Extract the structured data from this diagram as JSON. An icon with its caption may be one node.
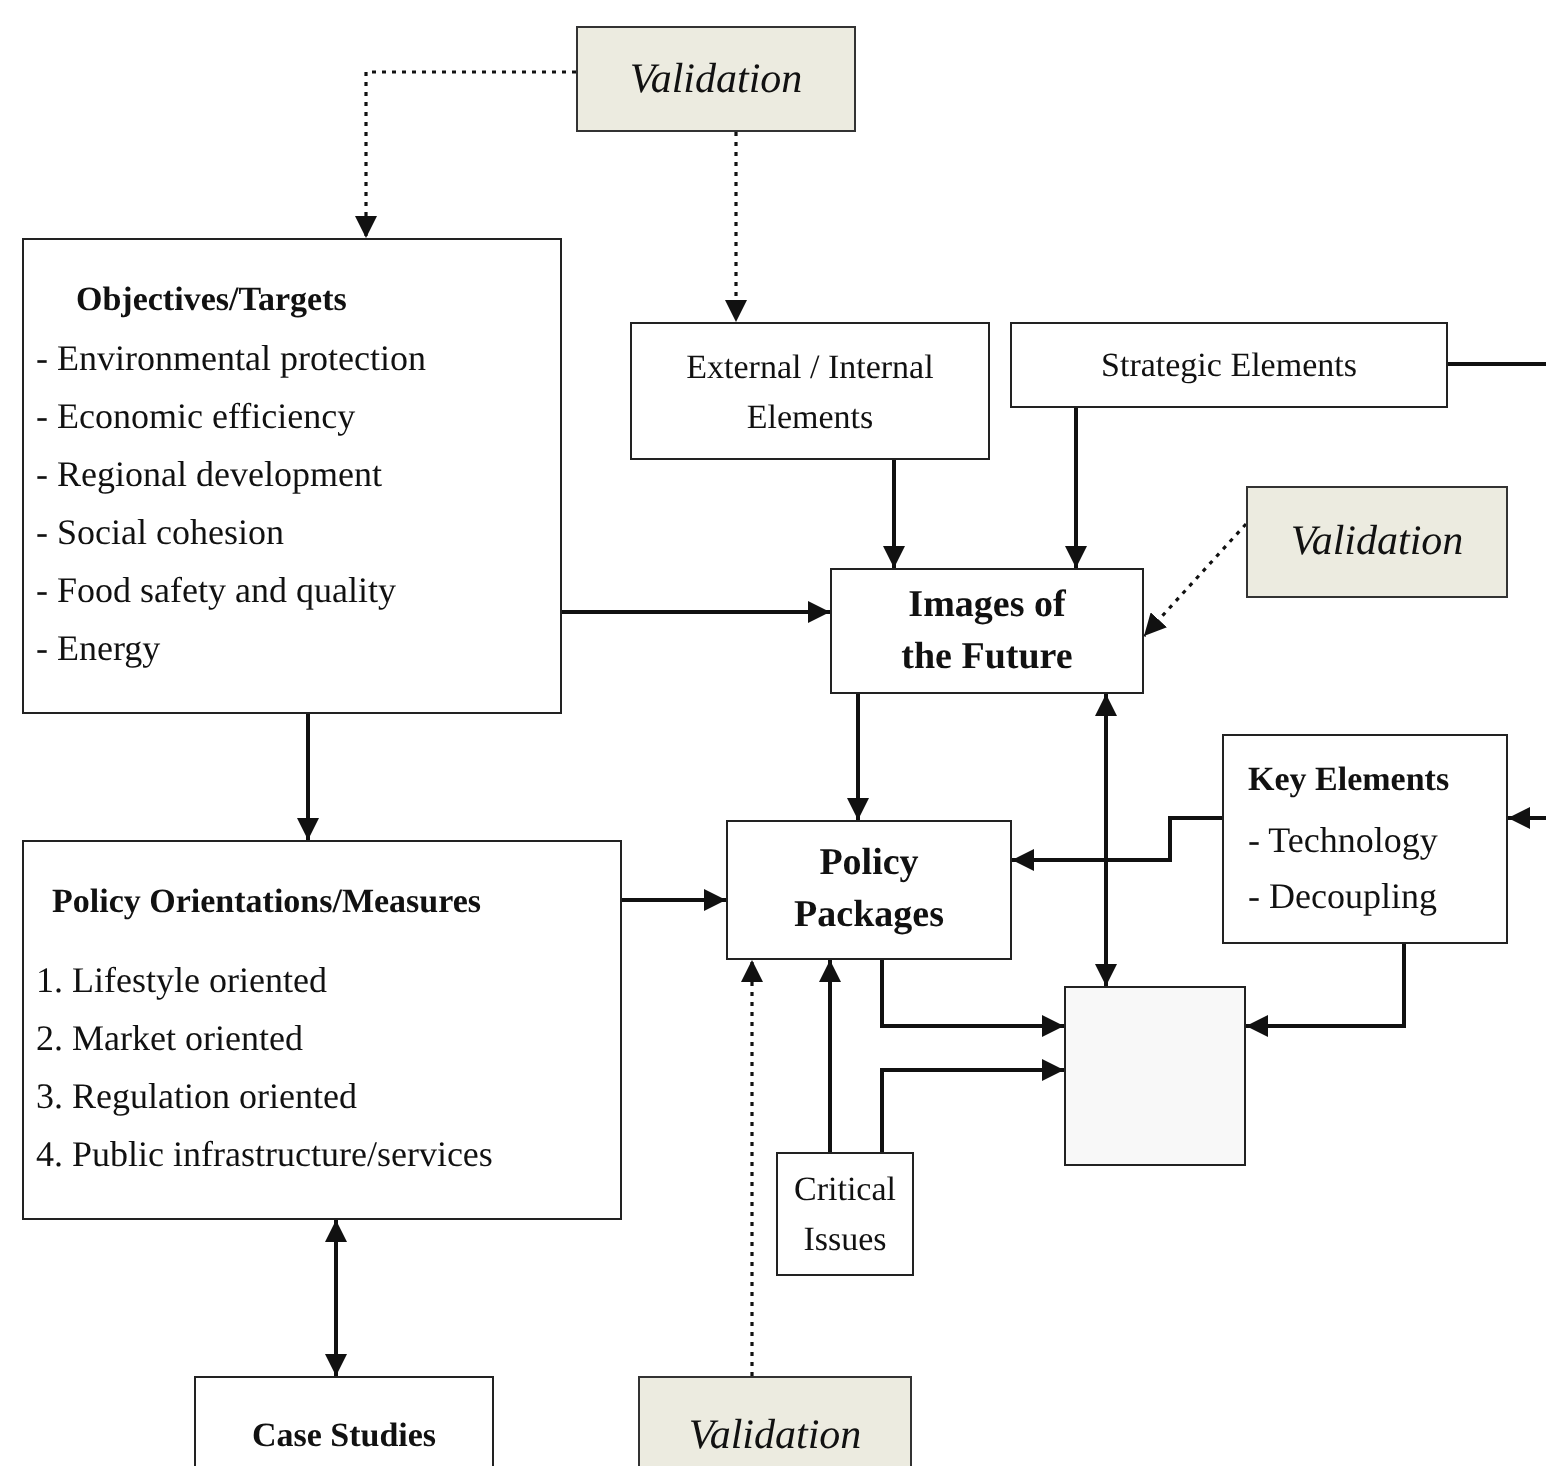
{
  "diagram": {
    "nodes": [
      {
        "text": [
          "Validation"
        ]
      },
      {
        "text": [
          "Objectives/Targets",
          "- Environmental protection",
          "- Economic efficiency",
          "- Regional development",
          "- Social cohesion",
          "- Food safety and quality",
          "- Energy"
        ]
      },
      {
        "text": [
          "External / Internal Elements"
        ]
      },
      {
        "text": [
          "Strategic Elements"
        ]
      },
      {
        "text": [
          "Validation"
        ]
      },
      {
        "text": [
          "Images of the Future"
        ]
      },
      {
        "text": [
          "Policy Packages"
        ]
      },
      {
        "text": [
          "Key Elements",
          "- Technology",
          "- Decoupling"
        ]
      },
      {
        "text": [],
        "shape": "box"
      },
      {
        "text": [
          "Policy Orientations/Measures",
          "1. Lifestyle oriented",
          "2. Market oriented",
          "3. Regulation oriented",
          "4. Public infrastructure/services"
        ]
      },
      {
        "text": [
          "Critical Issues"
        ]
      },
      {
        "text": [
          "Case Studies"
        ]
      },
      {
        "text": [
          "Validation"
        ]
      }
    ],
    "edges": [
      {
        "from": 0,
        "to": 1,
        "arrow": "to",
        "style": "dashed"
      },
      {
        "from": 0,
        "to": 2,
        "arrow": "to",
        "style": "dashed"
      },
      {
        "from": 3,
        "to": null,
        "arrow": "none"
      },
      {
        "from": 4,
        "to": 5,
        "arrow": "to",
        "style": "dashed"
      },
      {
        "from": 2,
        "to": 5,
        "arrow": "to"
      },
      {
        "from": 3,
        "to": 5,
        "arrow": "to"
      },
      {
        "from": 1,
        "to": 5,
        "arrow": "to"
      },
      {
        "from": 1,
        "to": 9,
        "arrow": "to"
      },
      {
        "from": 5,
        "to": 6,
        "arrow": "to"
      },
      {
        "from": 7,
        "to": 6,
        "arrow": "to"
      },
      {
        "from": null,
        "to": 7,
        "arrow": "to"
      },
      {
        "from": 9,
        "to": 6,
        "arrow": "to"
      },
      {
        "from": 9,
        "to": 11,
        "arrow": "both"
      },
      {
        "from": 5,
        "to": 8,
        "arrow": "both"
      },
      {
        "from": 6,
        "to": 8,
        "arrow": "to"
      },
      {
        "from": 7,
        "to": 8,
        "arrow": "to"
      },
      {
        "from": 10,
        "to": 6,
        "arrow": "to"
      },
      {
        "from": 10,
        "to": 8,
        "arrow": "to"
      },
      {
        "from": 12,
        "to": 6,
        "arrow": "to",
        "style": "dashed"
      }
    ]
  }
}
